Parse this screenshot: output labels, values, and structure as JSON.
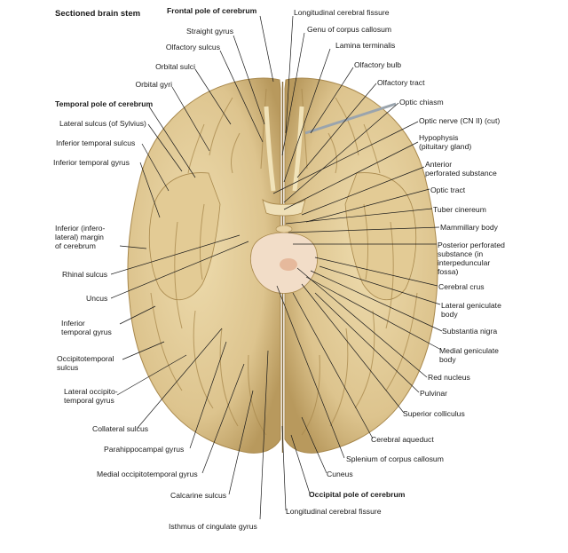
{
  "title": "Sectioned brain stem",
  "labels": {
    "frontal_pole": "Frontal pole of cerebrum",
    "longitudinal_fissure_top": "Longitudinal cerebral fissure",
    "straight_gyrus": "Straight gyrus",
    "genu": "Genu of corpus callosum",
    "olfactory_sulcus": "Olfactory sulcus",
    "lamina_terminalis": "Lamina terminalis",
    "orbital_sulci": "Orbital sulci",
    "olfactory_bulb": "Olfactory bulb",
    "orbital_gyri": "Orbital gyri",
    "olfactory_tract": "Olfactory tract",
    "temporal_pole": "Temporal pole of cerebrum",
    "optic_chiasm": "Optic chiasm",
    "lateral_sulcus": "Lateral sulcus (of Sylvius)",
    "optic_nerve": "Optic nerve (CN II) (cut)",
    "inferior_temporal_sulcus": "Inferior temporal sulcus",
    "hypophysis_1": "Hypophysis",
    "hypophysis_2": "(pituitary gland)",
    "inferior_temporal_gyrus": "Inferior temporal gyrus",
    "anterior_perf_1": "Anterior",
    "anterior_perf_2": "perforated substance",
    "optic_tract": "Optic tract",
    "tuber_cinereum": "Tuber cinereum",
    "inferior_margin_1": "Inferior (infero-",
    "inferior_margin_2": "lateral) margin",
    "inferior_margin_3": "of cerebrum",
    "mammillary_body": "Mammillary body",
    "posterior_perf_1": "Posterior perforated",
    "posterior_perf_2": "substance (in",
    "posterior_perf_3": "interpeduncular",
    "posterior_perf_4": "fossa)",
    "rhinal_sulcus": "Rhinal sulcus",
    "cerebral_crus": "Cerebral crus",
    "uncus": "Uncus",
    "lateral_geniculate_1": "Lateral geniculate",
    "lateral_geniculate_2": "body",
    "inferior_temporal_gyrus2_1": "Inferior",
    "inferior_temporal_gyrus2_2": "temporal gyrus",
    "substantia_nigra": "Substantia nigra",
    "medial_geniculate_1": "Medial geniculate",
    "medial_geniculate_2": "body",
    "occipitotemporal_sulcus_1": "Occipitotemporal",
    "occipitotemporal_sulcus_2": "sulcus",
    "red_nucleus": "Red nucleus",
    "lateral_occ_1": "Lateral occipito-",
    "lateral_occ_2": "temporal gyrus",
    "pulvinar": "Pulvinar",
    "superior_colliculus": "Superior colliculus",
    "collateral_sulcus": "Collateral sulcus",
    "cerebral_aqueduct": "Cerebral aqueduct",
    "parahippocampal_gyrus": "Parahippocampal gyrus",
    "splenium": "Splenium of corpus callosum",
    "medial_occ_gyrus": "Medial occipitotemporal gyrus",
    "cuneus": "Cuneus",
    "calcarine_sulcus": "Calcarine sulcus",
    "occipital_pole": "Occipital pole of cerebrum",
    "longitudinal_fissure_bottom": "Longitudinal cerebral fissure",
    "isthmus": "Isthmus of cingulate gyrus"
  },
  "colors": {
    "brain_base": "#ddc48e",
    "brain_shadow": "#b8995d",
    "brain_highlight": "#eedcae",
    "brainstem_section": "#f2ddc8",
    "leader_line": "#1a1a1a",
    "background": "#ffffff"
  }
}
